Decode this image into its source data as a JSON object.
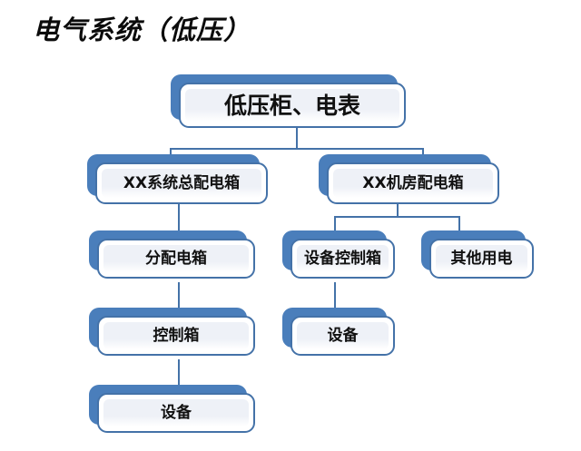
{
  "title": "电气系统（低压）",
  "theme": {
    "shadow_blue": "#4a7ebb",
    "border_blue": "#4472a8",
    "connector_blue": "#4472a8",
    "box_fill": "#eef1f7",
    "background": "#ffffff",
    "text_color": "#111111"
  },
  "diagram": {
    "type": "org-chart",
    "nodes": {
      "root": {
        "label": "低压柜、电表"
      },
      "sys_main_box": {
        "label": "XX系统总配电箱"
      },
      "room_box": {
        "label": "XX机房配电箱"
      },
      "sub_box": {
        "label": "分配电箱"
      },
      "equip_ctrl_box": {
        "label": "设备控制箱"
      },
      "other_power": {
        "label": "其他用电"
      },
      "ctrl_box": {
        "label": "控制箱"
      },
      "equip_mid": {
        "label": "设备"
      },
      "equip_left": {
        "label": "设备"
      }
    },
    "edges": [
      {
        "from": "root",
        "to": "sys_main_box"
      },
      {
        "from": "root",
        "to": "room_box"
      },
      {
        "from": "sys_main_box",
        "to": "sub_box"
      },
      {
        "from": "room_box",
        "to": "equip_ctrl_box"
      },
      {
        "from": "room_box",
        "to": "other_power"
      },
      {
        "from": "sub_box",
        "to": "ctrl_box"
      },
      {
        "from": "equip_ctrl_box",
        "to": "equip_mid"
      },
      {
        "from": "ctrl_box",
        "to": "equip_left"
      }
    ]
  }
}
